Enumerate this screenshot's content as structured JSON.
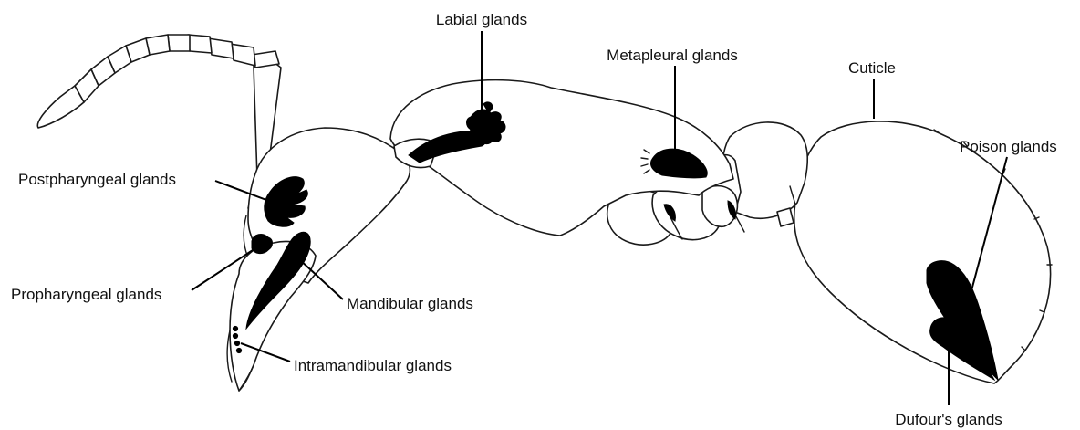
{
  "labels": {
    "labial": "Labial glands",
    "metapleural": "Metapleural glands",
    "cuticle": "Cuticle",
    "postpharyngeal": "Postpharyngeal glands",
    "poison": "Poison glands",
    "propharyngeal": "Propharyngeal glands",
    "mandibular": "Mandibular glands",
    "intramandibular": "Intramandibular glands",
    "dufour": "Dufour's glands"
  },
  "colors": {
    "outline": "#1a1a1a",
    "gland_fill": "#000000",
    "background": "#ffffff"
  }
}
